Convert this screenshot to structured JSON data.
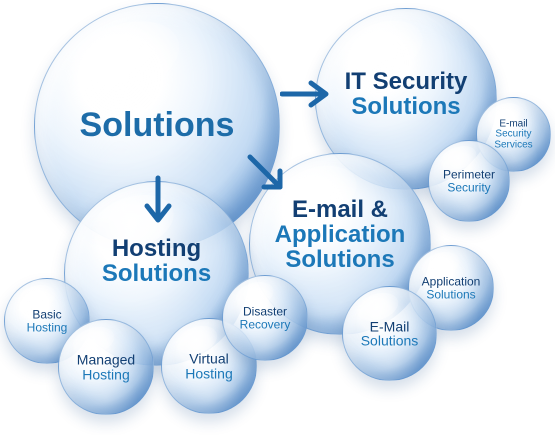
{
  "main": {
    "label": "Solutions"
  },
  "it_security": {
    "line1": "IT Security",
    "line2": "Solutions"
  },
  "email_security": {
    "line1": "E-mail",
    "line2": "Security",
    "line3": "Services"
  },
  "perimeter_security": {
    "line1": "Perimeter",
    "line2": "Security"
  },
  "email_application": {
    "line1": "E-mail &",
    "line2": "Application",
    "line3": "Solutions"
  },
  "application_solutions": {
    "line1": "Application",
    "line2": "Solutions"
  },
  "email_solutions": {
    "line1": "E-Mail",
    "line2": "Solutions"
  },
  "hosting": {
    "line1": "Hosting",
    "line2": "Solutions"
  },
  "basic_hosting": {
    "line1": "Basic",
    "line2": "Hosting"
  },
  "managed_hosting": {
    "line1": "Managed",
    "line2": "Hosting"
  },
  "virtual_hosting": {
    "line1": "Virtual",
    "line2": "Hosting"
  },
  "disaster_recovery": {
    "line1": "Disaster",
    "line2": "Recovery"
  },
  "colors": {
    "navy": "#123f73",
    "blue": "#1c78b8",
    "arrow": "#1d67a8"
  }
}
